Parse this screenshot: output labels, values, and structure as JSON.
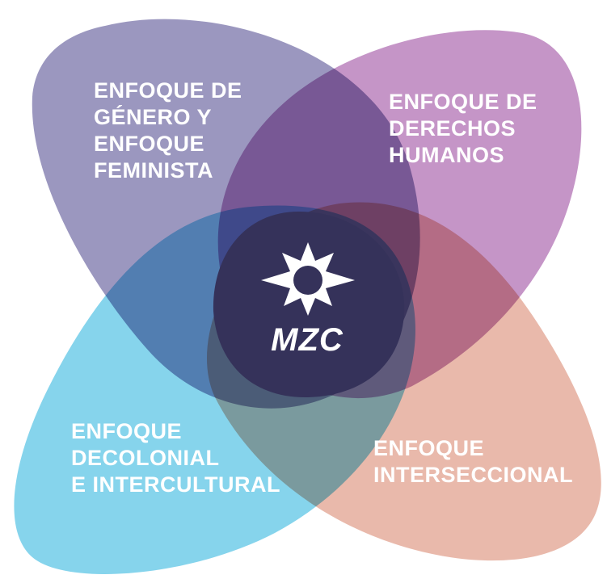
{
  "petals": [
    {
      "id": "genero-feminista",
      "lines": [
        "ENFOQUE DE",
        "GÉNERO Y",
        "ENFOQUE",
        "FEMINISTA"
      ],
      "color": "#9b97bf"
    },
    {
      "id": "derechos-humanos",
      "lines": [
        "ENFOQUE DE",
        "DERECHOS",
        "HUMANOS"
      ],
      "color": "#c595c7"
    },
    {
      "id": "decolonial-intercultural",
      "lines": [
        "ENFOQUE",
        "DECOLONIAL",
        "E INTERCULTURAL"
      ],
      "color": "#86d4ec"
    },
    {
      "id": "interseccional",
      "lines": [
        "ENFOQUE",
        "INTERSECCIONAL"
      ],
      "color": "#e9b9ab"
    }
  ],
  "center": {
    "logo_text": "MZC",
    "color": "#35325a",
    "logo_icon": "sun-icon"
  }
}
